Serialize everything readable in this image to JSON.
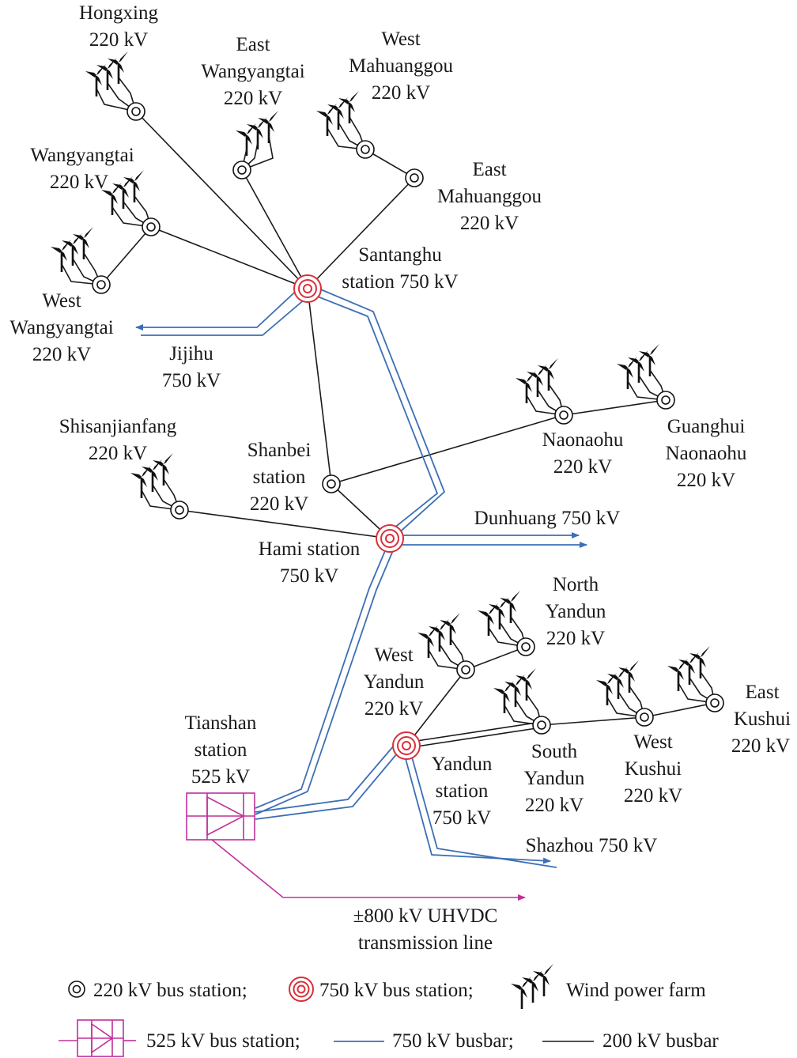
{
  "stations_220kv": [
    {
      "id": "hongxing",
      "lines": [
        "Hongxing",
        "220 kV"
      ]
    },
    {
      "id": "east-wangyangtai",
      "lines": [
        "East",
        "Wangyangtai",
        "220 kV"
      ]
    },
    {
      "id": "west-mahuanggou",
      "lines": [
        "West",
        "Mahuanggou",
        "220 kV"
      ]
    },
    {
      "id": "east-mahuanggou",
      "lines": [
        "East",
        "Mahuanggou",
        "220 kV"
      ]
    },
    {
      "id": "wangyangtai",
      "lines": [
        "Wangyangtai",
        "220 kV"
      ]
    },
    {
      "id": "west-wangyangtai",
      "lines": [
        "West",
        "Wangyangtai",
        "220 kV"
      ]
    },
    {
      "id": "shisanjianfang",
      "lines": [
        "Shisanjianfang",
        "220 kV"
      ]
    },
    {
      "id": "shanbei",
      "lines": [
        "Shanbei",
        "station",
        "220 kV"
      ]
    },
    {
      "id": "naonaohu",
      "lines": [
        "Naonaohu",
        "220 kV"
      ]
    },
    {
      "id": "guanghui-naonaohu",
      "lines": [
        "Guanghui",
        "Naonaohu",
        "220 kV"
      ]
    },
    {
      "id": "north-yandun",
      "lines": [
        "North",
        "Yandun",
        "220 kV"
      ]
    },
    {
      "id": "west-yandun",
      "lines": [
        "West",
        "Yandun",
        "220 kV"
      ]
    },
    {
      "id": "south-yandun",
      "lines": [
        "South",
        "Yandun",
        "220 kV"
      ]
    },
    {
      "id": "west-kushui",
      "lines": [
        "West",
        "Kushui",
        "220 kV"
      ]
    },
    {
      "id": "east-kushui",
      "lines": [
        "East",
        "Kushui",
        "220 kV"
      ]
    }
  ],
  "stations_750kv": [
    {
      "id": "santanghu",
      "lines": [
        "Santanghu",
        "station 750 kV"
      ]
    },
    {
      "id": "hami",
      "lines": [
        "Hami station",
        "750 kV"
      ]
    },
    {
      "id": "yandun",
      "lines": [
        "Yandun",
        "station",
        "750 kV"
      ]
    }
  ],
  "station_525kv": {
    "id": "tianshan",
    "lines": [
      "Tianshan",
      "station",
      "525 kV"
    ]
  },
  "outgoing_lines": [
    {
      "id": "jijihu",
      "lines": [
        "Jijihu",
        "750 kV"
      ]
    },
    {
      "id": "dunhuang",
      "lines": [
        "Dunhuang 750 kV"
      ]
    },
    {
      "id": "shazhou",
      "lines": [
        "Shazhou 750 kV"
      ]
    },
    {
      "id": "uhvdc",
      "lines": [
        "±800 kV UHVDC",
        "transmission line"
      ]
    }
  ],
  "legend": {
    "bus220": "220 kV bus station;",
    "bus750": "750 kV bus station;",
    "wind_farm": "Wind power farm",
    "bus525": "525 kV bus station;",
    "busbar750": "750 kV busbar;",
    "busbar200": "200 kV busbar"
  },
  "colors": {
    "busbar_750kv": "#3c6fb5",
    "bus_750kv_station": "#d9303a",
    "bus_525kv_station": "#c0309a",
    "busbar_200kv": "#1a1a1a"
  },
  "icons": {
    "bus220": "double-circle-icon",
    "bus750": "triple-circle-icon",
    "wind_farm": "wind-turbine-icon",
    "bus525": "converter-station-icon"
  }
}
